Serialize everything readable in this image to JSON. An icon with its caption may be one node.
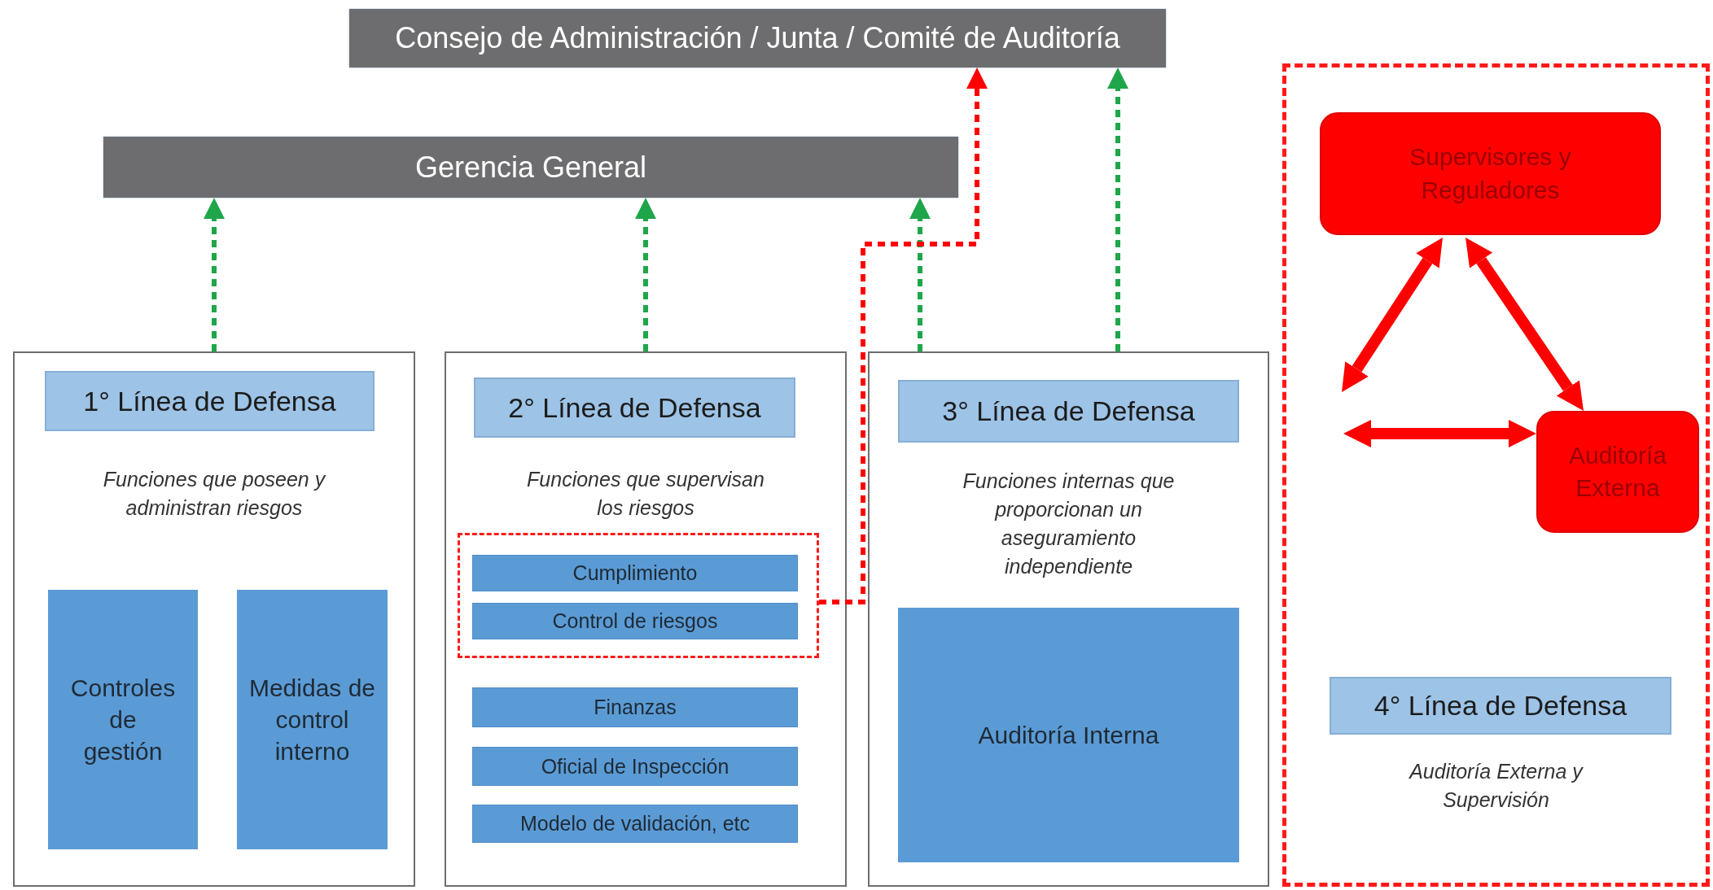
{
  "diagram": {
    "nodes": [
      {
        "text": [
          "Consejo de Administración / Junta / Comité de Auditoría"
        ]
      },
      {
        "text": [
          "Gerencia General"
        ]
      },
      {
        "text": [
          "Funciones que poseen y administran riesgos"
        ]
      },
      {
        "text": [
          "1° Línea de Defensa"
        ],
        "in": 2
      },
      {
        "text": [
          "Controles de gestión"
        ],
        "in": 2
      },
      {
        "text": [
          "Medidas de control interno"
        ],
        "in": 2
      },
      {
        "text": [
          "Funciones que supervisan los riesgos"
        ]
      },
      {
        "text": [
          "2° Línea de Defensa"
        ],
        "in": 6
      },
      {
        "text": [],
        "shape": "box",
        "in": 6
      },
      {
        "text": [
          "Cumplimiento"
        ],
        "in": 8
      },
      {
        "text": [
          "Control de riesgos"
        ],
        "in": 8
      },
      {
        "text": [
          "Finanzas"
        ],
        "in": 6
      },
      {
        "text": [
          "Oficial de Inspección"
        ],
        "in": 6
      },
      {
        "text": [
          "Modelo de validación, etc"
        ],
        "in": 6
      },
      {
        "text": [
          "Funciones internas que proporcionan un aseguramiento independiente"
        ]
      },
      {
        "text": [
          "3° Línea de Defensa"
        ],
        "in": 14
      },
      {
        "text": [
          "Auditoría Interna"
        ],
        "in": 14
      },
      {
        "text": [
          "Auditoría Externa y Supervisión"
        ]
      },
      {
        "text": [
          "Supervisores y Reguladores"
        ],
        "in": 17
      },
      {
        "text": [
          "Auditoría Externa"
        ],
        "in": 17
      },
      {
        "text": [
          "4° Línea de Defensa"
        ],
        "in": 17
      }
    ],
    "edges": [
      {
        "from": 2,
        "to": 1,
        "arrow": "to",
        "style": "dashed",
        "color": "#1fa64a"
      },
      {
        "from": 6,
        "to": 1,
        "arrow": "to",
        "style": "dashed",
        "color": "#1fa64a"
      },
      {
        "from": 14,
        "to": 1,
        "arrow": "to",
        "style": "dashed",
        "color": "#1fa64a"
      },
      {
        "from": 14,
        "to": 0,
        "arrow": "to",
        "style": "dashed",
        "color": "#1fa64a"
      },
      {
        "from": 8,
        "to": 0,
        "arrow": "to",
        "style": "dashed",
        "color": "#ff0000"
      },
      {
        "from": null,
        "to": 18,
        "arrow": "both",
        "style": "thick",
        "color": "#ff0000"
      },
      {
        "from": 18,
        "to": 19,
        "arrow": "both",
        "style": "thick",
        "color": "#ff0000"
      },
      {
        "from": null,
        "to": 19,
        "arrow": "both",
        "style": "thick",
        "color": "#ff0000"
      }
    ]
  }
}
